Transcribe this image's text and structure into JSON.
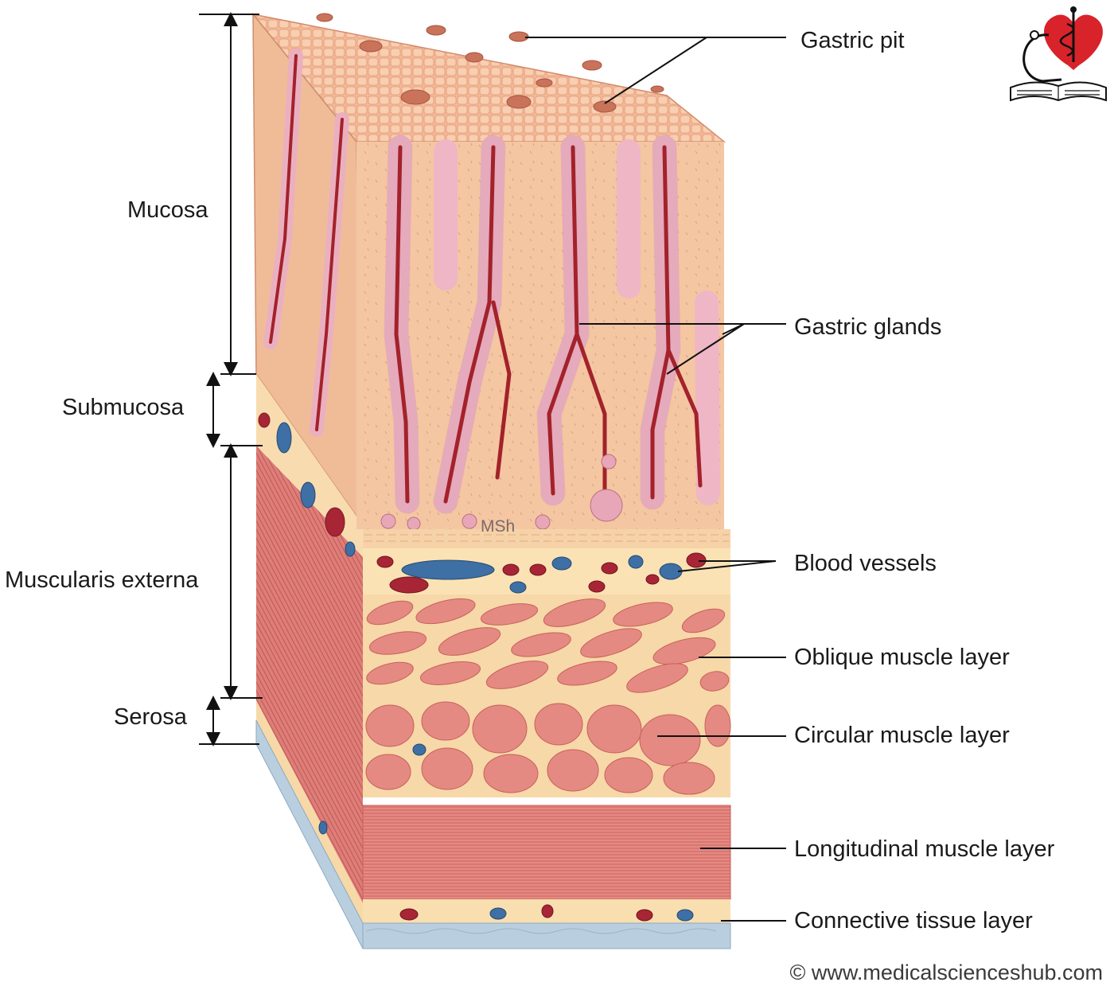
{
  "diagram": {
    "left_labels": [
      {
        "id": "mucosa",
        "text": "Mucosa"
      },
      {
        "id": "submucosa",
        "text": "Submucosa"
      },
      {
        "id": "muscularis",
        "text": "Muscularis externa"
      },
      {
        "id": "serosa",
        "text": "Serosa"
      }
    ],
    "right_labels": [
      {
        "id": "gastric-pit",
        "text": "Gastric pit"
      },
      {
        "id": "gastric-glands",
        "text": "Gastric glands"
      },
      {
        "id": "blood-vessels",
        "text": "Blood vessels"
      },
      {
        "id": "oblique",
        "text": "Oblique muscle layer"
      },
      {
        "id": "circular",
        "text": "Circular muscle layer"
      },
      {
        "id": "longitudinal",
        "text": "Longitudinal muscle layer"
      },
      {
        "id": "connective",
        "text": "Connective tissue layer"
      }
    ],
    "watermark": "MSh",
    "copyright": "© www.medicalscienceshub.com",
    "colors": {
      "mucosa_top": "#f2b08a",
      "mucosa": "#f3c29c",
      "gland": "#efb6c6",
      "lumen": "#b0222c",
      "submucosa": "#fbe2b4",
      "muscle": "#e4857f",
      "muscle_fiber": "#c9514e",
      "connective": "#f9dfb0",
      "serosa": "#b8cfe0",
      "vein": "#3e6fa5",
      "artery": "#a82536",
      "logo_red": "#d8232a"
    }
  }
}
